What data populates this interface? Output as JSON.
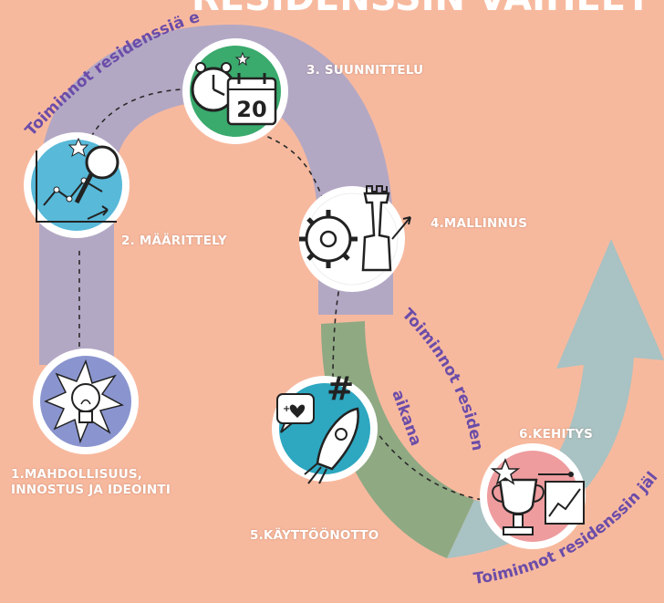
{
  "title": "RESIDENSSIN VAIHEET",
  "phases": {
    "before": "Toiminnot residenssiä ennen",
    "during_line1": "Toiminnot residenssin",
    "during_line2": "aikana",
    "after": "Toiminnot residenssin jälkeen"
  },
  "steps": [
    {
      "label": "1.MAHDOLLISUUS,\nINNOSTUS JA IDEOINTI",
      "icon": "lightbulb-icon"
    },
    {
      "label": "2. MÄÄRITTELY",
      "icon": "magnifier-chart-icon"
    },
    {
      "label": "3. SUUNNITTELU",
      "icon": "clock-calendar-icon"
    },
    {
      "label": "4.MALLINNUS",
      "icon": "gear-chess-icon"
    },
    {
      "label": "5.KÄYTTÖÖNOTTO",
      "icon": "rocket-icon"
    },
    {
      "label": "6.KEHITYS",
      "icon": "trophy-chart-icon"
    }
  ],
  "calendar_number": "20",
  "colors": {
    "background": "#f7b99e",
    "before_band": "#b3a8c4",
    "during_band": "#8fa983",
    "after_band": "#a9c2c3",
    "phase_text": "#6b4ca8"
  }
}
